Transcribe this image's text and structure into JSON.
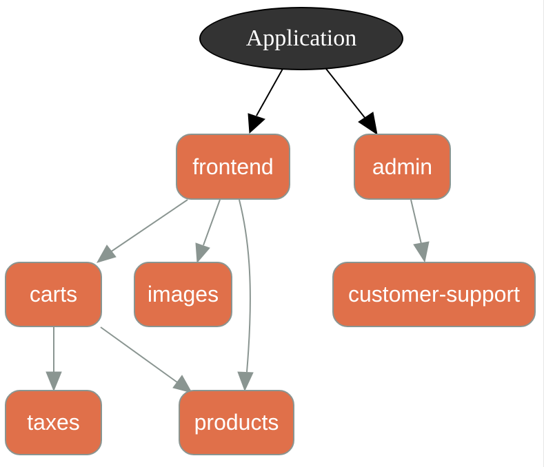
{
  "graph": {
    "root": {
      "label": "Application"
    },
    "nodes": {
      "frontend": "frontend",
      "admin": "admin",
      "carts": "carts",
      "images": "images",
      "customer_support": "customer-support",
      "taxes": "taxes",
      "products": "products"
    },
    "edges": [
      {
        "from": "Application",
        "to": "frontend"
      },
      {
        "from": "Application",
        "to": "admin"
      },
      {
        "from": "frontend",
        "to": "carts"
      },
      {
        "from": "frontend",
        "to": "images"
      },
      {
        "from": "frontend",
        "to": "products"
      },
      {
        "from": "admin",
        "to": "customer-support"
      },
      {
        "from": "carts",
        "to": "taxes"
      },
      {
        "from": "carts",
        "to": "products"
      }
    ],
    "colors": {
      "node_fill": "#e0704a",
      "node_border": "#8a9591",
      "root_fill": "#333333",
      "root_border": "#000000",
      "root_edge": "#000000",
      "child_edge": "#8a9591",
      "text": "#ffffff"
    }
  }
}
